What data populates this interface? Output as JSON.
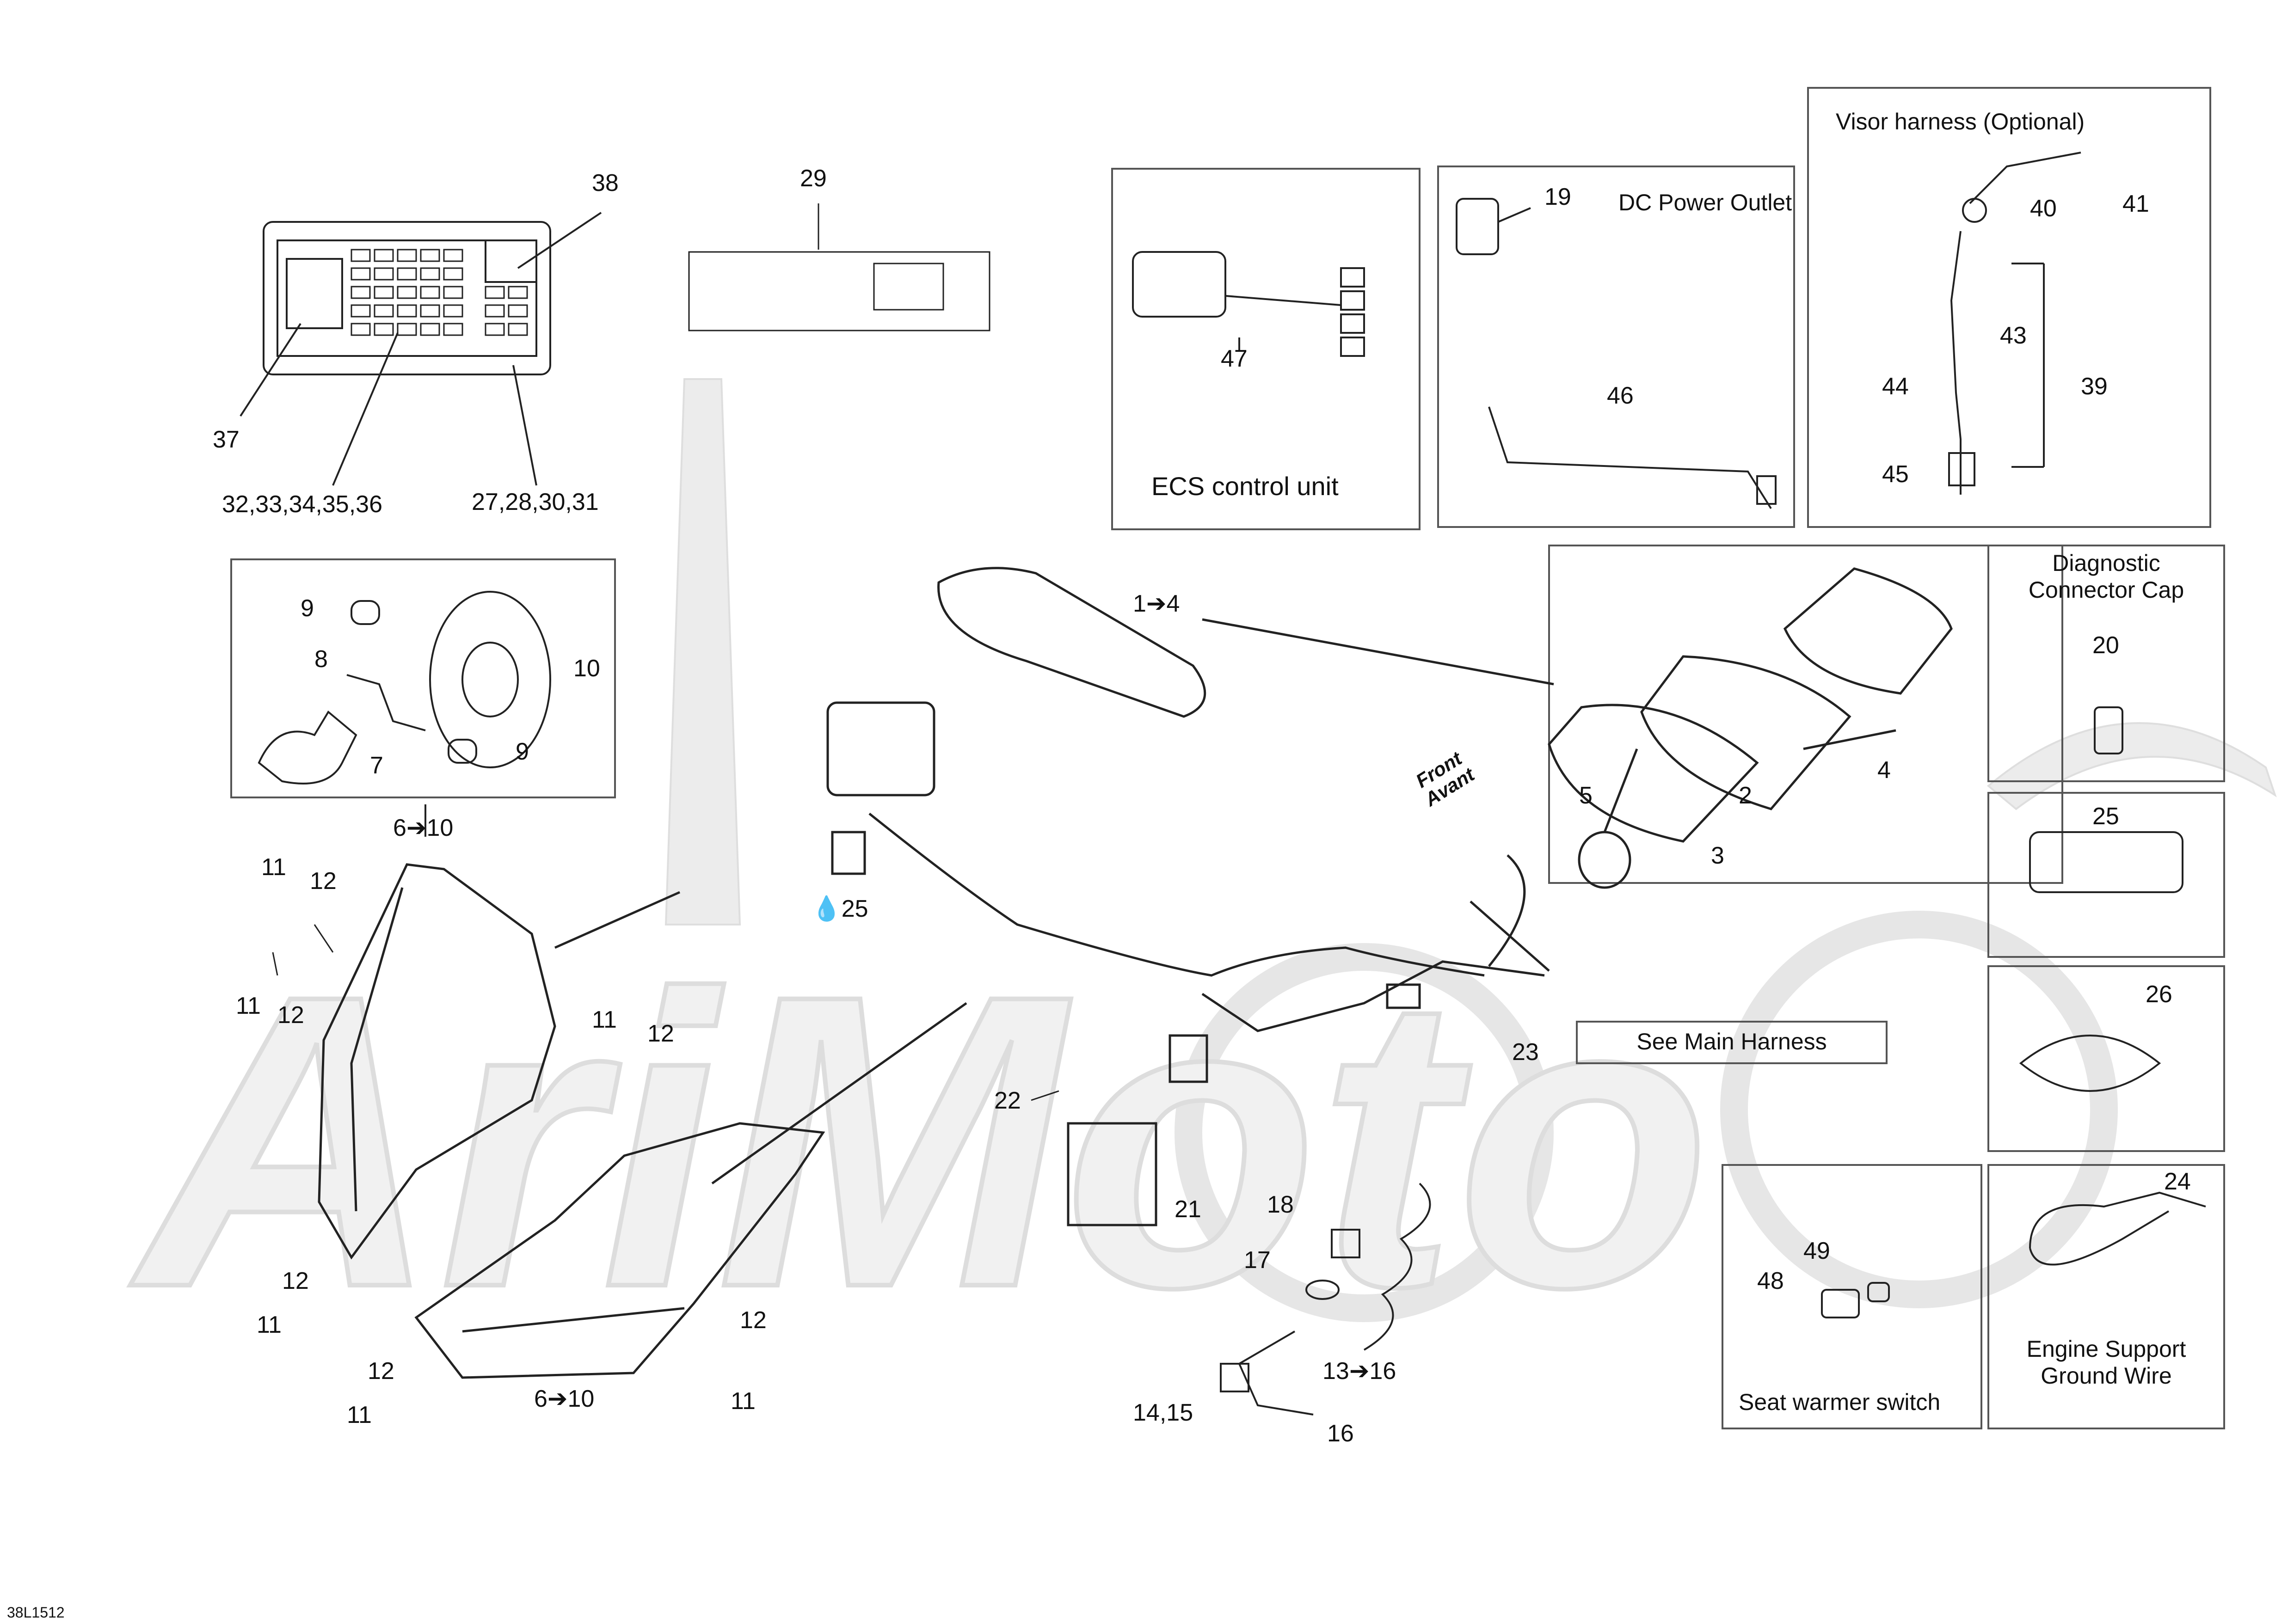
{
  "page_code": "38L1512",
  "watermark": "AriMoto",
  "boxes": {
    "visor_harness": "Visor harness (Optional)",
    "dc_power_outlet": "DC Power Outlet",
    "ecs_control_unit": "ECS control unit",
    "diagnostic_cap": "Diagnostic Connector Cap",
    "see_main_harness": "See Main Harness",
    "seat_warmer_switch": "Seat warmer switch",
    "engine_support_ground": "Engine Support Ground Wire",
    "front_arrow_line1": "Front",
    "front_arrow_line2": "Avant"
  },
  "labels": {
    "l38": "38",
    "l37": "37",
    "l29": "29",
    "l32_36": "32,33,34,35,36",
    "l27_31": "27,28,30,31",
    "l47": "47",
    "l19": "19",
    "l46": "46",
    "l40": "40",
    "l41": "41",
    "l43": "43",
    "l44": "44",
    "l39": "39",
    "l45": "45",
    "l9a": "9",
    "l8": "8",
    "l10": "10",
    "l7": "7",
    "l9b": "9",
    "l6_10a": "6➔10",
    "l6_10b": "6➔10",
    "l1_4": "1➔4",
    "l25a": "25",
    "l4": "4",
    "l2": "2",
    "l5": "5",
    "l3": "3",
    "l20": "20",
    "l25b": "25",
    "l26": "26",
    "l24": "24",
    "l11a": "11",
    "l12a": "12",
    "l11b": "11",
    "l12b": "12",
    "l11c": "11",
    "l12c": "12",
    "l12d": "12",
    "l11d": "11",
    "l12e": "12",
    "l11e": "11",
    "l12f": "12",
    "l11f": "11",
    "l22": "22",
    "l21": "21",
    "l23": "23",
    "l18": "18",
    "l17": "17",
    "l13_16": "13➔16",
    "l14_15": "14,15",
    "l16": "16",
    "l49": "49",
    "l48": "48"
  },
  "colors": {
    "line": "#222222",
    "box": "#555555",
    "watermark": "#e8e8e8"
  }
}
